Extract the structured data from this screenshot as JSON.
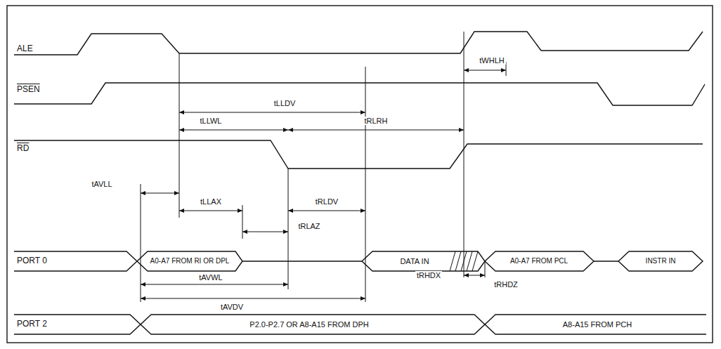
{
  "diagram": {
    "labels": [
      "ALE",
      "PSEN",
      "RD",
      "PORT 0",
      "PORT 2",
      "tWHLH",
      "tLLDV",
      "tLLWL",
      "tRLRH",
      "tAVLL",
      "tLLAX",
      "tRLDV",
      "tRLAZ",
      "tRHDX",
      "tRHDZ",
      "tAVWL",
      "tAVDV",
      "A0-A7 FROM RI OR DPL",
      "DATA IN",
      "A0-A7 FROM PCL",
      "INSTR IN",
      "P2.0-P2.7 OR A8-A15 FROM DPH",
      "A8-A15 FROM PCH"
    ]
  }
}
